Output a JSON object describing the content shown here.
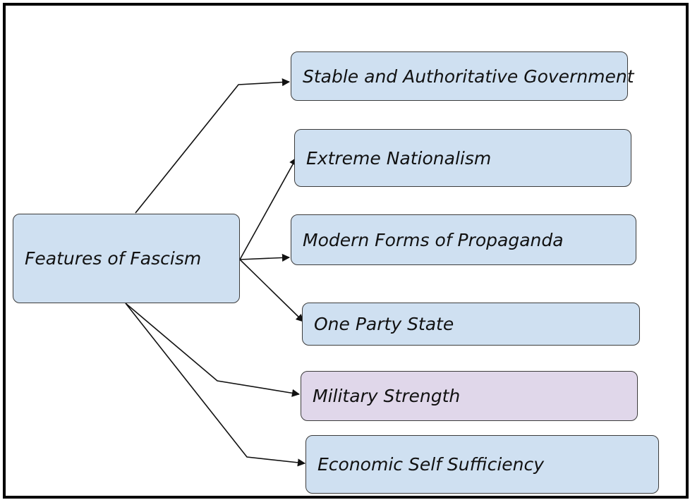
{
  "diagram": {
    "root": {
      "label": "Features of Fascism",
      "color": "#cfe0f1"
    },
    "children": [
      {
        "label": "Stable and Authoritative Government",
        "color": "#cfe0f1"
      },
      {
        "label": "Extreme Nationalism",
        "color": "#cfe0f1"
      },
      {
        "label": "Modern Forms of Propaganda",
        "color": "#cfe0f1"
      },
      {
        "label": "One Party State",
        "color": "#cfe0f1"
      },
      {
        "label": "Military Strength",
        "color": "#e0d7ea"
      },
      {
        "label": "Economic Self Sufficiency",
        "color": "#cfe0f1"
      }
    ]
  }
}
